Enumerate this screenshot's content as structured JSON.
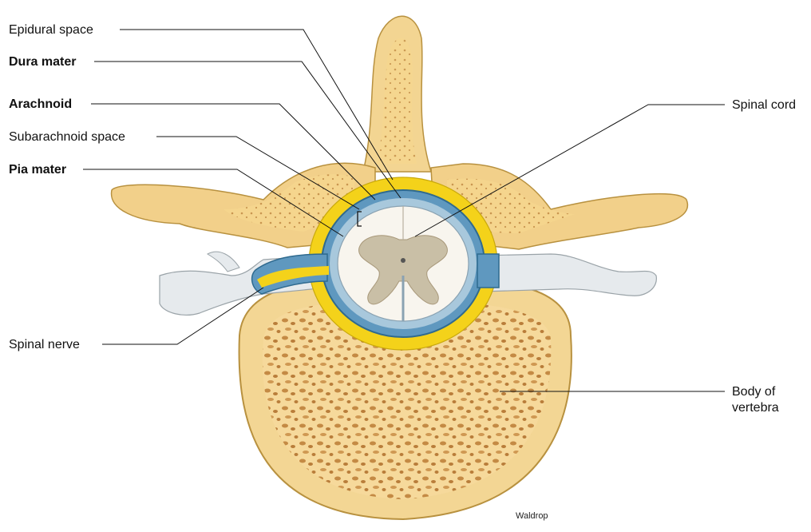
{
  "labels": {
    "epidural_space": "Epidural space",
    "dura_mater": "Dura mater",
    "arachnoid": "Arachnoid",
    "subarachnoid_space": "Subarachnoid space",
    "pia_mater": "Pia mater",
    "spinal_nerve": "Spinal nerve",
    "spinal_cord": "Spinal cord",
    "body_of_vertebra_line1": "Body of",
    "body_of_vertebra_line2": "vertebra"
  },
  "credit": "Waldrop",
  "colors": {
    "bone": "#f2d08a",
    "bone_light": "#fbe7b3",
    "bone_edge": "#b8913f",
    "spongy_dots": "#c7914a",
    "fat_yellow": "#f4d21a",
    "csf_blue": "#5f98bf",
    "membrane_blue": "#9fc3d9",
    "white_matter": "#f8f5ee",
    "gray_matter": "#c9bfa6",
    "nerve": "#e5e9ec"
  }
}
